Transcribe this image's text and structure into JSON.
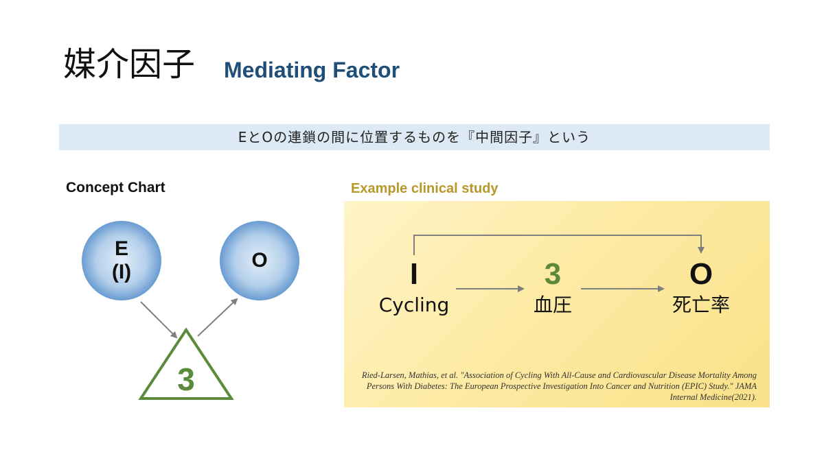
{
  "title": {
    "japanese": "媒介因子",
    "english": "Mediating Factor"
  },
  "banner": {
    "text": "EとOの連鎖の間に位置するものを『中間因子』という"
  },
  "concept": {
    "heading": "Concept Chart",
    "exposure_label_line1": "E",
    "exposure_label_line2": "(I)",
    "outcome_label": "O",
    "mediator_label": "3",
    "circle_color": "#2f6fb3",
    "mediator_color": "#5a8a3a"
  },
  "example": {
    "heading": "Example clinical study",
    "heading_color": "#b8972a",
    "nodes": [
      {
        "symbol": "I",
        "label": "Cycling"
      },
      {
        "symbol": "3",
        "label": "血圧"
      },
      {
        "symbol": "O",
        "label": "死亡率"
      }
    ],
    "mediator_color": "#5a8a3a",
    "citation": "Ried-Larsen, Mathias, et al. \"Association of Cycling With All-Cause and Cardiovascular Disease Mortality Among Persons With Diabetes: The European Prospective Investigation Into Cancer and Nutrition (EPIC) Study.\" JAMA Internal Medicine(2021)."
  }
}
